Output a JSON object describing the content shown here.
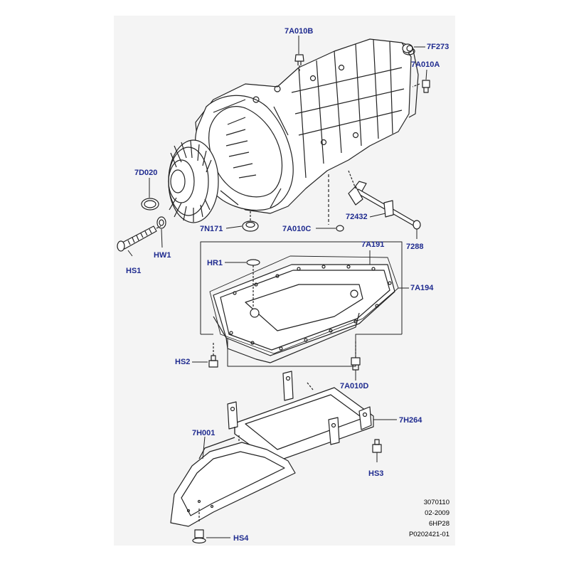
{
  "diagram": {
    "callouts": {
      "c7A010B": "7A010B",
      "c7F273": "7F273",
      "c7A010A": "7A010A",
      "c7D020": "7D020",
      "c72432": "72432",
      "c7N171": "7N171",
      "c7A010C": "7A010C",
      "c7288": "7288",
      "cHS1": "HS1",
      "cHW1": "HW1",
      "cHR1": "HR1",
      "c7A191": "7A191",
      "c7A194": "7A194",
      "cHS2": "HS2",
      "c7A010D": "7A010D",
      "c7H001": "7H001",
      "c7H264": "7H264",
      "cHS3": "HS3",
      "cHS4": "HS4"
    },
    "reference": {
      "number": "3070110",
      "date": "02-2009",
      "model": "6HP28",
      "part_ref": "P0202421-01"
    },
    "colors": {
      "callout_text": "#1f2b8f",
      "line_art": "#222222",
      "background_panel": "#f4f4f4"
    }
  }
}
